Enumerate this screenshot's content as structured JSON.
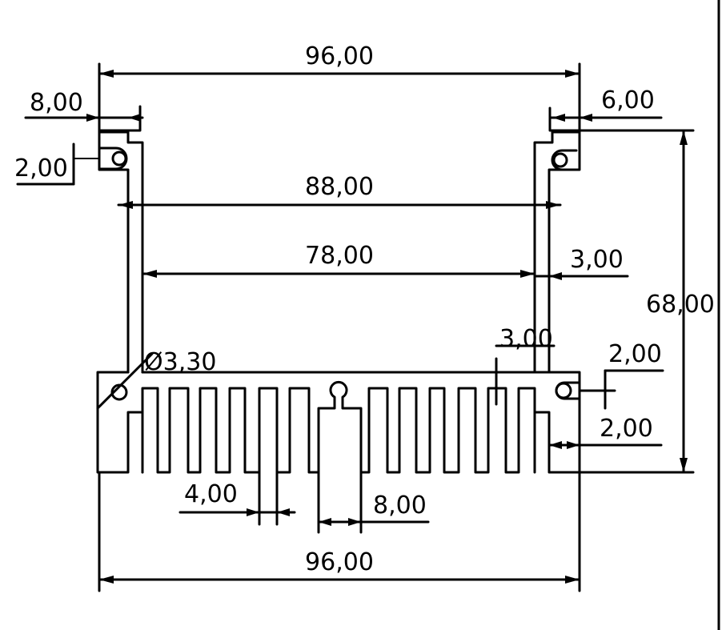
{
  "dimensions": {
    "overall_width_top": "96,00",
    "overall_width_bottom": "96,00",
    "left_lip_width": "8,00",
    "right_lip_width": "6,00",
    "left_slot_offset": "2,00",
    "inner_span": "88,00",
    "cavity_width": "78,00",
    "wall_thickness": "3,00",
    "overall_height": "68,00",
    "base_thickness": "3,00",
    "right_slot_offset": "2,00",
    "side_fin_offset": "2,00",
    "hole_diameter": "Ø3,30",
    "fin_gap": "4,00",
    "center_fin_width": "8,00"
  }
}
